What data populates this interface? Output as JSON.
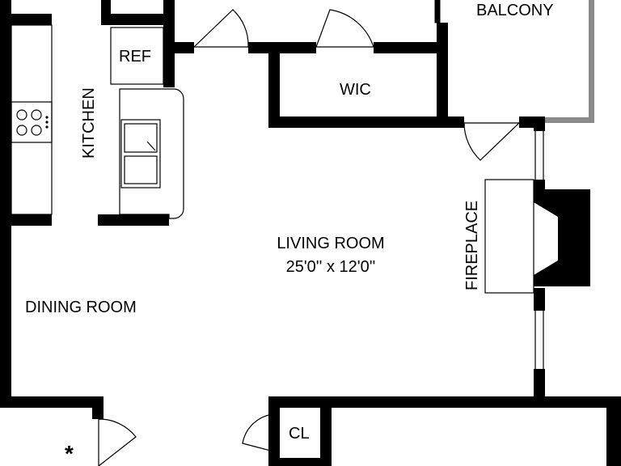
{
  "plan": {
    "rooms": {
      "balcony": "BALCONY",
      "wic": "WIC",
      "ref": "REF",
      "kitchen": "KITCHEN",
      "living_room": "LIVING ROOM",
      "living_room_dims": "25'0'' x 12'0''",
      "fireplace": "FIREPLACE",
      "dining_room": "DINING ROOM",
      "closet": "CL"
    },
    "marker": "*"
  },
  "colors": {
    "wall": "#000000",
    "balcony_rail": "#8a8a8a",
    "background": "#ffffff"
  }
}
